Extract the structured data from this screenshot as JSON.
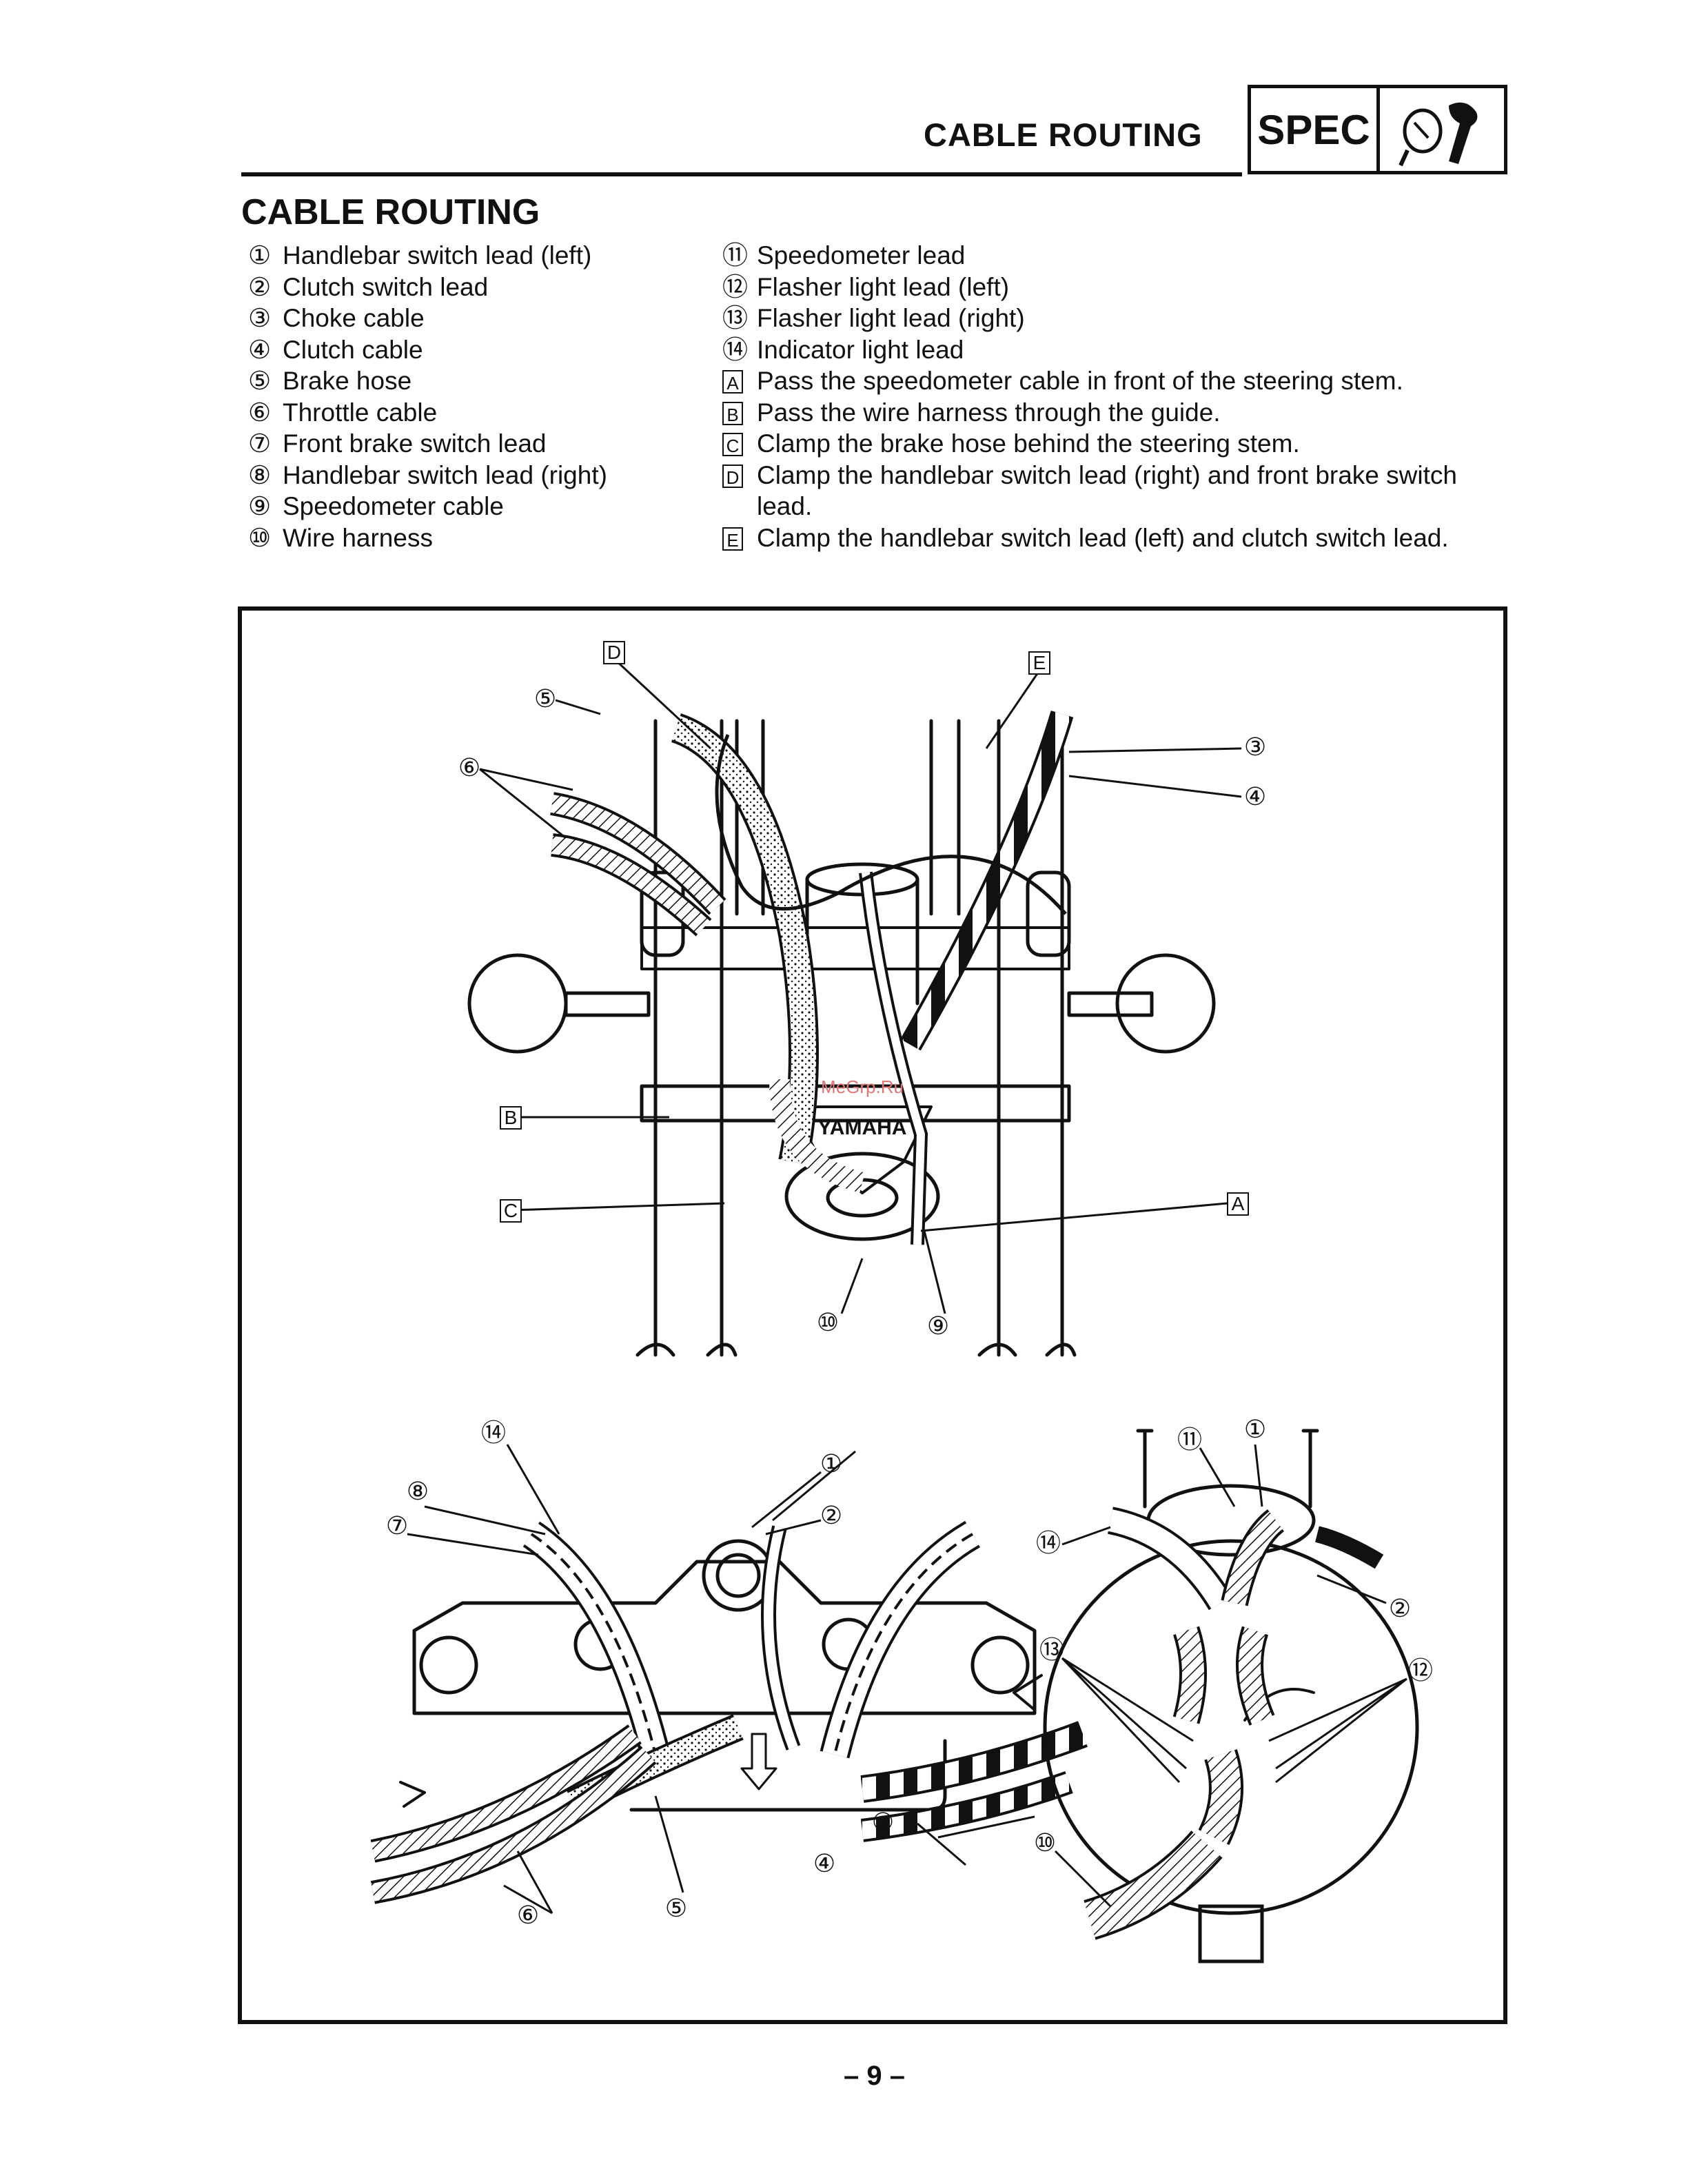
{
  "header": {
    "title": "CABLE ROUTING",
    "spec_label": "SPEC",
    "icon": "wrench-gauge-icon"
  },
  "section_title": "CABLE ROUTING",
  "legend_left": [
    {
      "num": "①",
      "text": "Handlebar switch lead (left)"
    },
    {
      "num": "②",
      "text": "Clutch switch lead"
    },
    {
      "num": "③",
      "text": "Choke cable"
    },
    {
      "num": "④",
      "text": "Clutch cable"
    },
    {
      "num": "⑤",
      "text": "Brake hose"
    },
    {
      "num": "⑥",
      "text": "Throttle cable"
    },
    {
      "num": "⑦",
      "text": "Front brake switch lead"
    },
    {
      "num": "⑧",
      "text": "Handlebar switch lead (right)"
    },
    {
      "num": "⑨",
      "text": "Speedometer cable"
    },
    {
      "num": "⑩",
      "text": "Wire harness"
    }
  ],
  "legend_right": [
    {
      "num": "⑪",
      "text": "Speedometer lead"
    },
    {
      "num": "⑫",
      "text": "Flasher light lead (left)"
    },
    {
      "num": "⑬",
      "text": "Flasher light lead (right)"
    },
    {
      "num": "⑭",
      "text": "Indicator light lead"
    }
  ],
  "notes": [
    {
      "letter": "A",
      "text": "Pass the speedometer cable in front of the steering stem."
    },
    {
      "letter": "B",
      "text": "Pass the wire harness through the guide."
    },
    {
      "letter": "C",
      "text": "Clamp the brake hose behind the steering stem."
    },
    {
      "letter": "D",
      "text": "Clamp the handlebar switch lead (right) and front brake switch lead."
    },
    {
      "letter": "E",
      "text": "Clamp the handlebar switch lead (left) and clutch switch lead."
    }
  ],
  "figure": {
    "brand_label": "YAMAHA",
    "watermark": "MeGrp.Ru",
    "callouts": [
      "A",
      "B",
      "C",
      "D",
      "E",
      "①",
      "②",
      "③",
      "④",
      "⑤",
      "⑥",
      "⑦",
      "⑧",
      "⑨",
      "⑩",
      "⑪",
      "⑫",
      "⑬",
      "⑭"
    ]
  },
  "page_number": "– 9 –"
}
